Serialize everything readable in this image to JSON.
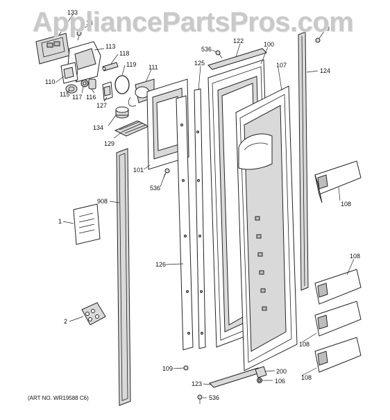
{
  "watermark": "AppliancePartsPros.com",
  "art_number": "(ART NO. WR19588 C6)",
  "callouts": {
    "c133": "133",
    "c14": "14",
    "c113": "113",
    "c118": "118",
    "c119": "119",
    "c110": "110",
    "c115": "115",
    "c117": "117",
    "c116": "116",
    "c127": "127",
    "c111": "111",
    "c134": "134",
    "c129": "129",
    "c101": "101",
    "c536a": "536",
    "c536b": "536",
    "c536c": "536",
    "c125": "125",
    "c122": "122",
    "c100": "100",
    "c107": "107",
    "c124": "124",
    "c3": "3",
    "c108a": "108",
    "c108b": "108",
    "c108c": "108",
    "c108d": "108",
    "c908": "908",
    "c1": "1",
    "c126": "126",
    "c2": "2",
    "c109": "109",
    "c200": "200",
    "c106": "106",
    "c123": "123"
  }
}
